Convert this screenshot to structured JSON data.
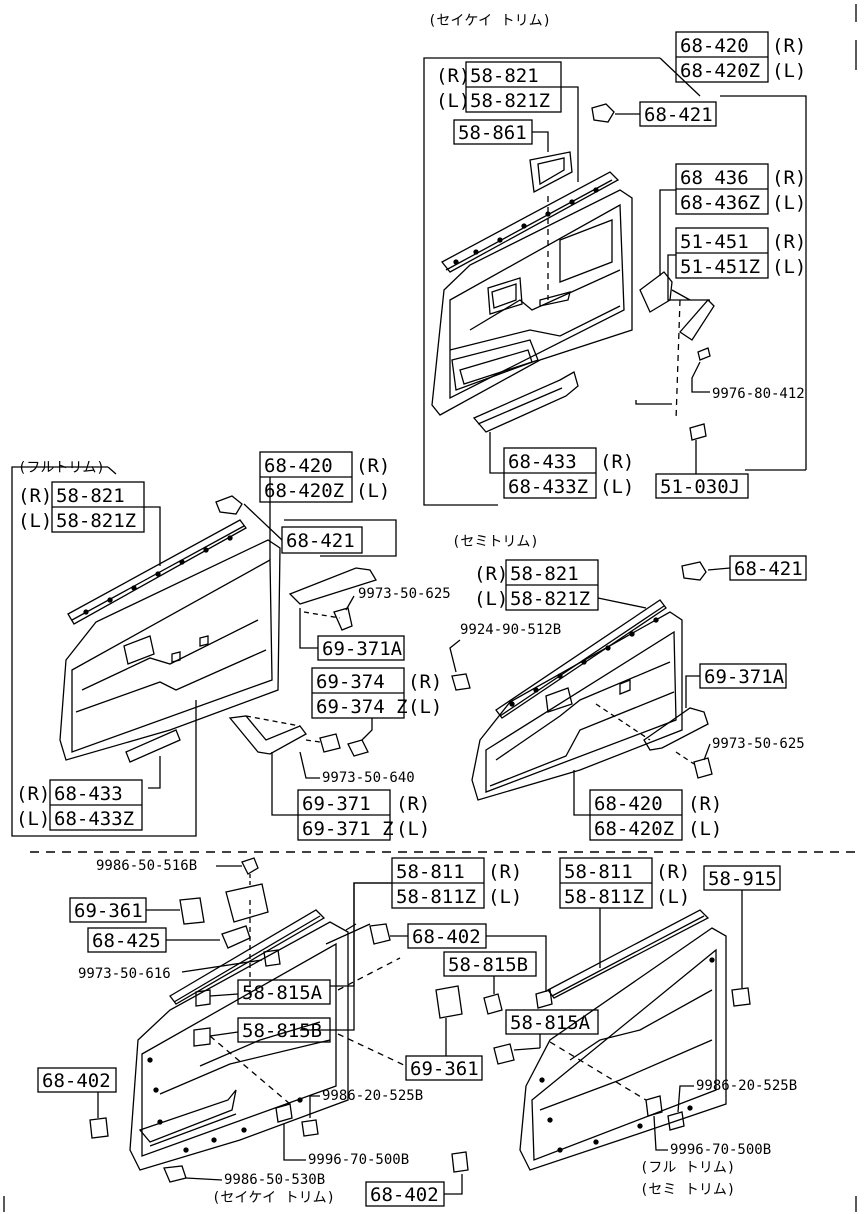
{
  "captions": {
    "top": "(セイケイ トリム)",
    "left_full": "(フルトリム)",
    "semi": "(セミトリム)",
    "bottom_full": "(フル トリム)",
    "bottom_semi": "(セミ トリム)",
    "bottom_left": "(セイケイ トリム)"
  },
  "labels": {
    "t_68420": "68-420",
    "t_68420z": "68-420Z",
    "t_r1": "(R)",
    "t_l1": "(L)",
    "t_r58": "(R)",
    "t_l58": "(L)",
    "t_58821": "58-821",
    "t_58821z": "58-821Z",
    "t_68421": "68-421",
    "t_58861": "58-861",
    "t_68436": "68 436",
    "t_68436z": "68-436Z",
    "t_r2": "(R)",
    "t_l2": "(L)",
    "t_51451": "51-451",
    "t_51451z": "51-451Z",
    "t_r3": "(R)",
    "t_l3": "(L)",
    "t_9976": "9976-80-412",
    "t_68433": "68-433",
    "t_68433z": "68-433Z",
    "t_r4": "(R)",
    "t_l4": "(L)",
    "t_51030": "51-030J",
    "l_68420": "68-420",
    "l_68420z": "68-420Z",
    "l_r1": "(R)",
    "l_l1": "(L)",
    "l_r58": "(R)",
    "l_l58": "(L)",
    "l_58821": "58-821",
    "l_58821z": "58-821Z",
    "l_68421": "68-421",
    "l_9973625": "9973-50-625",
    "l_69371a": "69-371A",
    "l_69374": "69-374",
    "l_69374z": "69-374 Z",
    "l_r2": "(R)",
    "l_l2": "(L)",
    "l_9973640": "9973-50-640",
    "l_69371": "69-371",
    "l_69371z": "69-371 Z",
    "l_r3": "(R)",
    "l_l3": "(L)",
    "l_r433": "(R)",
    "l_l433": "(L)",
    "l_68433": "68-433",
    "l_68433z": "68-433Z",
    "s_r58": "(R)",
    "s_l58": "(L)",
    "s_58821": "58-821",
    "s_58821z": "58-821Z",
    "s_68421": "68-421",
    "s_9924": "9924-90-512B",
    "s_69371a": "69-371A",
    "s_9973625": "9973-50-625",
    "s_68420": "68-420",
    "s_68420z": "68-420Z",
    "s_r": "(R)",
    "s_l": "(L)",
    "b_9986516": "9986-50-516B",
    "b_69361a": "69-361",
    "b_68425": "68-425",
    "b_9973616": "9973-50-616",
    "b_58811a": "58-811",
    "b_58811za": "58-811Z",
    "b_ra": "(R)",
    "b_la": "(L)",
    "b_58811b": "58-811",
    "b_58811zb": "58-811Z",
    "b_rb": "(R)",
    "b_lb": "(L)",
    "b_58915": "58-915",
    "b_68402a": "68-402",
    "b_58815b1": "58-815B",
    "b_58815a1": "58-815A",
    "b_58815b2": "58-815B",
    "b_58815a2": "58-815A",
    "b_69361b": "69-361",
    "b_68402b": "68-402",
    "b_9986525a": "9986-20-525B",
    "b_9996500a": "9996-70-500B",
    "b_9986530": "9986-50-530B",
    "b_9986525b": "9986-20-525B",
    "b_9996500b": "9996-70-500B",
    "b_68402c": "68-402"
  }
}
